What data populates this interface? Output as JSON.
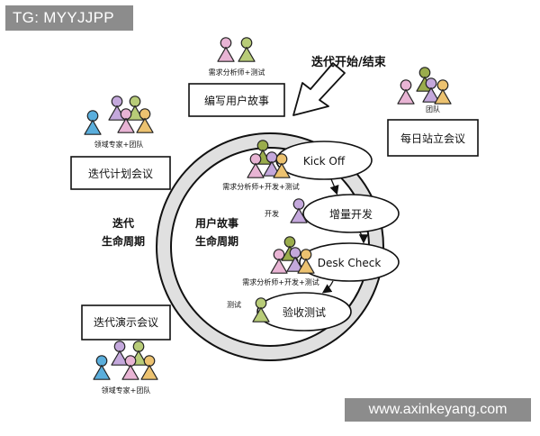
{
  "watermarks": {
    "top_left": "TG: MYYJJPP",
    "bottom_right": "www.axinkeyang.com"
  },
  "diagram": {
    "loop_label": "迭代开始/结束",
    "iteration_lifecycle": [
      "迭代",
      "生命周期"
    ],
    "story_lifecycle": [
      "用户故事",
      "生命周期"
    ],
    "boxes": {
      "write_stories": "编写用户故事",
      "planning": "迭代计划会议",
      "daily_standup": "每日站立会议",
      "demo": "迭代演示会议"
    },
    "groups": {
      "write_stories": "需求分析师+测试",
      "planning": "领域专家+团队",
      "standup": "团队",
      "demo": "领域专家+团队",
      "kickoff": "需求分析师+开发+测试",
      "dev": "开发",
      "deskcheck": "需求分析师+开发+测试",
      "test": "测试"
    },
    "stages": [
      "Kick Off",
      "增量开发",
      "Desk Check",
      "验收测试"
    ]
  },
  "colors": {
    "pink": "#e8b4d4",
    "lavender": "#c4a8dc",
    "green": "#b8cc78",
    "olive": "#9aac4c",
    "blue": "#5aaedc",
    "orange": "#ecc270",
    "ring": "#e0e0e0"
  }
}
